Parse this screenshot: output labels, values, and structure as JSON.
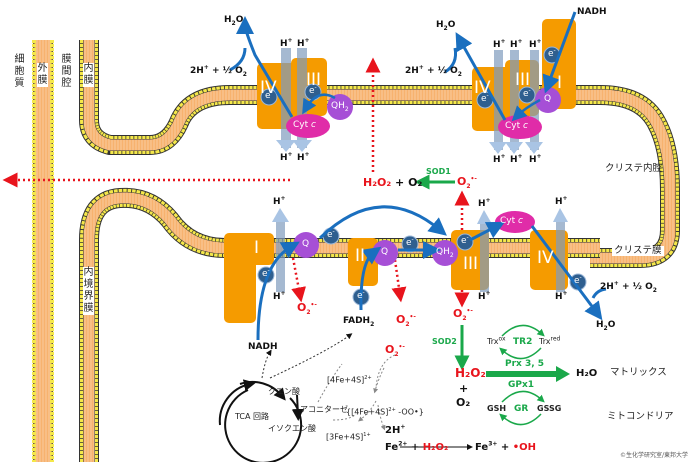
{
  "regions": {
    "cytoplasm": "細胞質",
    "outer_membrane": "外膜",
    "intermembrane_space": "膜間腔",
    "inner_membrane": "内膜",
    "inner_boundary_membrane": "内境界膜",
    "crista_lumen": "クリステ内腔",
    "crista_membrane": "クリステ膜",
    "matrix": "マトリックス",
    "mitochondria": "ミトコンドリア"
  },
  "complexes": {
    "I": "I",
    "II": "II",
    "III": "III",
    "IV": "IV"
  },
  "carriers": {
    "q": "Q",
    "qh2": "QH",
    "qh2_sub": "2",
    "cyt_c": "Cyt",
    "cyt_c_italic": "c",
    "electron": "e",
    "electron_sup": "-"
  },
  "labels": {
    "h_plus": "H",
    "plus_sup": "+",
    "water": "H",
    "water_sub": "2",
    "water_o": "O",
    "water_reaction_prefix": "2H",
    "water_reaction_mid": " + ½ O",
    "nadh": "NADH",
    "fadh2": "FADH",
    "fadh2_sub": "2",
    "superoxide": "O",
    "superoxide_sub": "2",
    "superoxide_sup": "•-"
  },
  "ros": {
    "sod1": "SOD1",
    "sod2": "SOD2",
    "h2o2_top": "H₂O₂",
    "plus_o2_top": "+ O₂",
    "h2o2": "H₂O₂",
    "plus": "+",
    "o2": "O₂",
    "prx": "Prx 3, 5",
    "gpx": "GPx1",
    "tr2": "TR2",
    "trx_ox": "Trx",
    "trx_ox_sup": "ox",
    "trx_red": "Trx",
    "trx_red_sup": "red",
    "gr": "GR",
    "gsh": "GSH",
    "gssg": "GSSG",
    "product_water": "H₂O"
  },
  "tca": {
    "cycle": "TCA 回路",
    "citrate": "クエン酸",
    "aconitase": "アコニターゼ",
    "isocitrate": "イソクエン酸",
    "cluster_4fe": "[4Fe+4S]",
    "cluster_4fe_sup": "2+",
    "cluster_oo": "{[4Fe+4S]",
    "cluster_oo_tail": " -OO•}",
    "cluster_3fe": "[3Fe+4S]",
    "cluster_3fe_sup": "1+",
    "two_h": "2H",
    "fe2": "Fe",
    "fe2_sup": "2+",
    "fe3": "Fe",
    "fe3_sup": "3+",
    "plus": " + ",
    "hydroxyl": "•OH"
  },
  "colors": {
    "membrane_core": "#f4a55a",
    "membrane_head": "#f5e84a",
    "complex": "#f59b00",
    "quinone": "#a64fd6",
    "cyt_c": "#e02ca8",
    "electron": "#2f5f8f",
    "electron_path": "#1a6fbf",
    "proton_arrow": "#a9c4e4",
    "ros": "#e8141c",
    "enzyme": "#1aa84a"
  },
  "copyright": "©生化学研究室/東邦大学"
}
